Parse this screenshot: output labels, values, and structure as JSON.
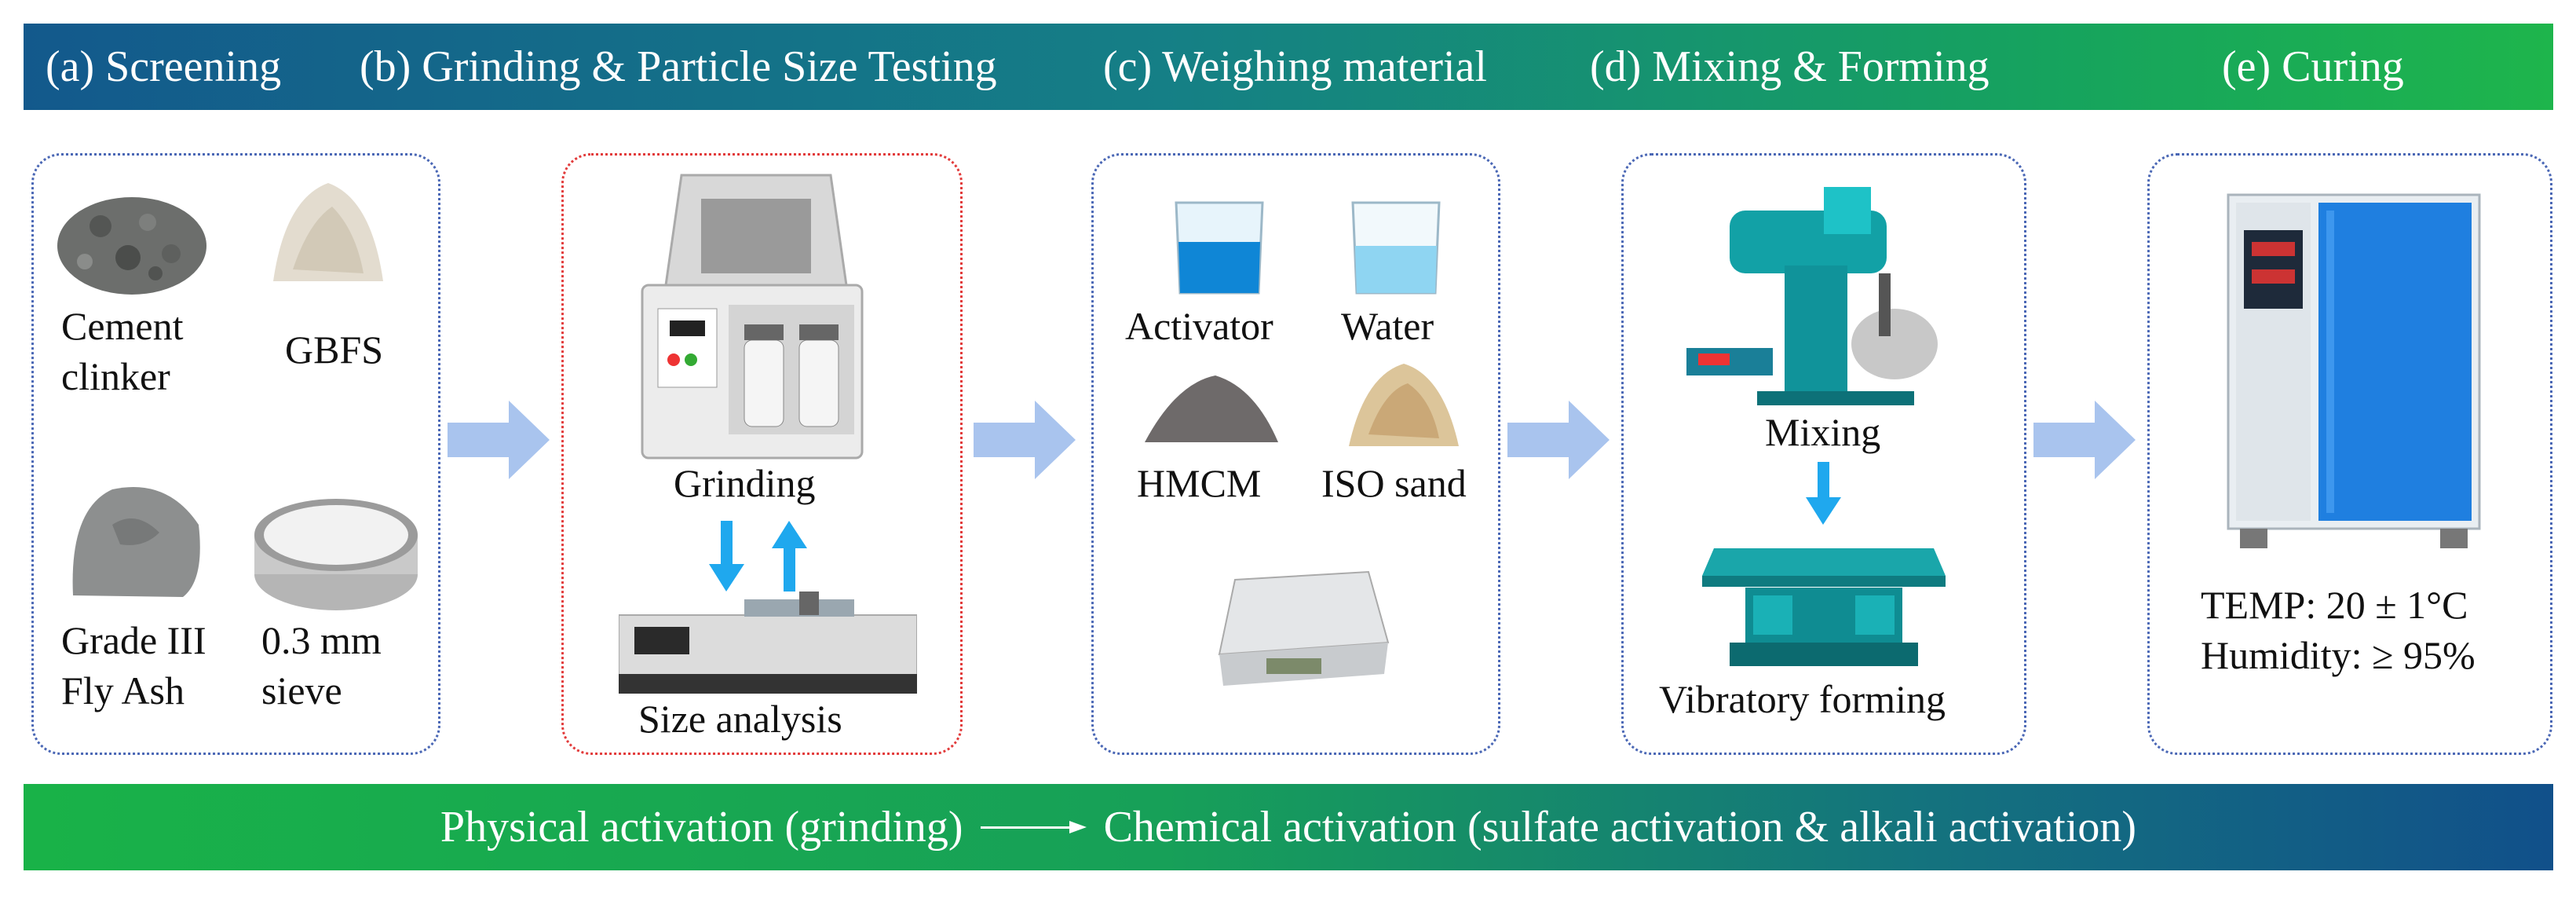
{
  "steps": [
    {
      "title": "(a) Screening"
    },
    {
      "title": "(b) Grinding & Particle Size Testing"
    },
    {
      "title": "(c) Weighing material"
    },
    {
      "title": "(d) Mixing & Forming"
    },
    {
      "title": "(e) Curing"
    }
  ],
  "screening": {
    "cement_line1": "Cement",
    "cement_line2": "clinker",
    "gbfs": "GBFS",
    "flyash_line1": "Grade III",
    "flyash_line2": "Fly Ash",
    "sieve_line1": "0.3 mm",
    "sieve_line2": "sieve"
  },
  "grinding": {
    "grinding_label": "Grinding",
    "size_label": "Size analysis"
  },
  "weighing": {
    "activator": "Activator",
    "water": "Water",
    "hmcm": "HMCM",
    "iso_sand": "ISO sand"
  },
  "mixing": {
    "mixing_label": "Mixing",
    "forming_label": "Vibratory forming"
  },
  "curing": {
    "temp": "TEMP: 20 ± 1°C",
    "humidity": "Humidity: ≥ 95%"
  },
  "footer": {
    "physical": "Physical activation (grinding)",
    "chemical": "Chemical activation (sulfate activation & alkali activation)"
  },
  "colors": {
    "banner_blue": "#13598c",
    "banner_green": "#1eb54c",
    "panel_border": "#4a67b5",
    "highlight_border": "#e23b3b",
    "flow_arrow": "#a9c4ee",
    "process_arrow": "#1fa8ee"
  }
}
